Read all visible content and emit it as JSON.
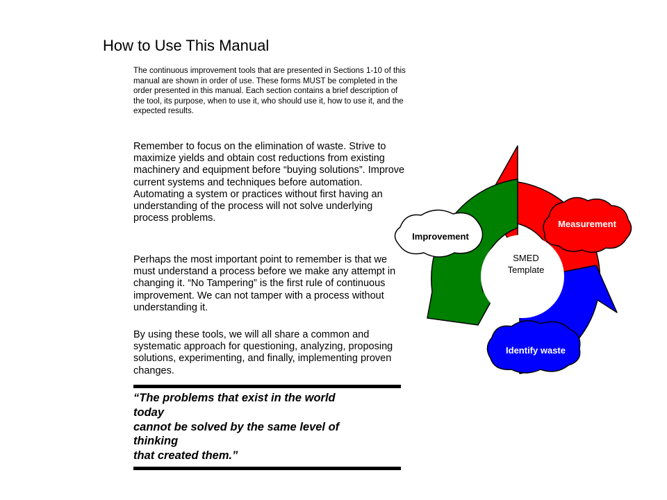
{
  "title": "How to Use This Manual",
  "paragraphs": [
    "The continuous improvement tools that are presented in Sections 1-10 of this manual are shown in order of use.  These forms MUST be completed in the order presented in this manual.  Each section contains a brief description of the tool, its purpose, when to use it, who should use it, how to use it, and the expected results.",
    "Remember to focus on the elimination of waste.  Strive to maximize yields and obtain cost reductions from existing machinery and equipment before “buying solutions”.  Improve current systems and techniques before automation.  Automating a system or practices without first having an understanding of the process will not solve underlying process problems.",
    "Perhaps the most important point to remember is that we must understand a process before we make any attempt in changing it.  “No Tampering” is the first rule of continuous improvement.  We can not tamper with a process without understanding it.",
    "By using these tools, we will all share a common and systematic approach for questioning, analyzing, proposing solutions, experimenting, and finally, implementing proven changes."
  ],
  "quote": {
    "lines": [
      "“The problems that exist in the world",
      "today",
      "cannot be solved by the same level of",
      "thinking",
      "that created them.”"
    ]
  },
  "cycle": {
    "center_lines": [
      "SMED",
      "Template"
    ],
    "labels": {
      "measurement": "Measurement",
      "identify_waste": "Identify waste",
      "improvement": "Improvement"
    },
    "colors": {
      "measurement": "#ff0000",
      "identify_waste": "#0000ff",
      "improvement": "#008000",
      "outline": "#000000",
      "background": "#ffffff"
    }
  }
}
